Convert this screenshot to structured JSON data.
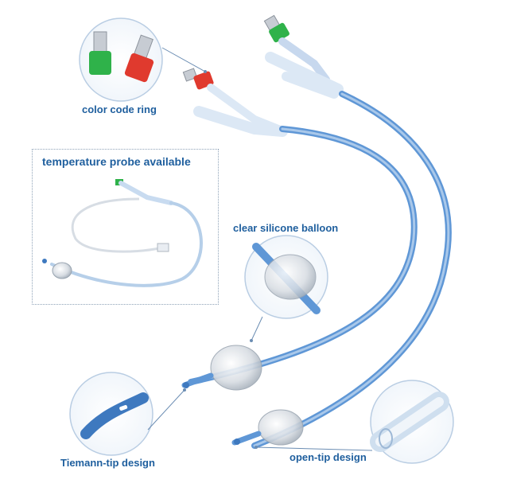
{
  "labels": {
    "color_code_ring": "color code ring",
    "temperature_probe": "temperature probe available",
    "clear_silicone_balloon": "clear silicone balloon",
    "tiemann_tip": "Tiemann-tip design",
    "open_tip": "open-tip design"
  },
  "colors": {
    "label_text": "#1f5f9e",
    "tube_blue": "#5f97d6",
    "tube_light": "#a9c8ea",
    "cap_green": "#2fb24a",
    "cap_red": "#e03a2e",
    "callout_line": "#6b8db3"
  }
}
